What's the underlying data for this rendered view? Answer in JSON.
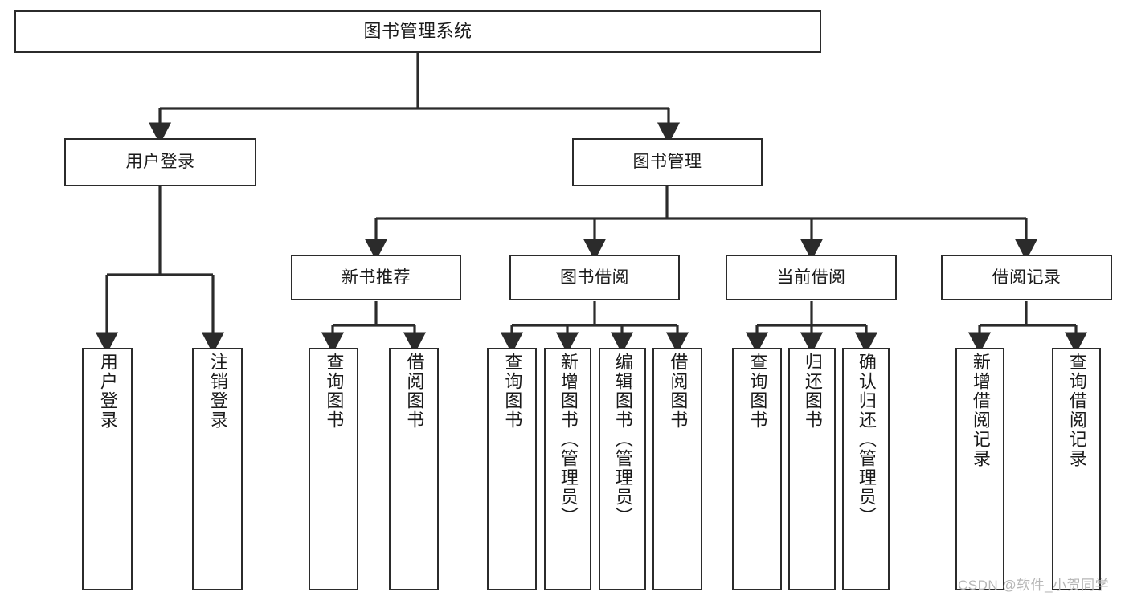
{
  "diagram": {
    "type": "tree",
    "title": "图书管理系统",
    "root": {
      "label": "图书管理系统"
    },
    "level1": [
      {
        "label": "用户登录"
      },
      {
        "label": "图书管理"
      }
    ],
    "level2": [
      {
        "label": "新书推荐"
      },
      {
        "label": "图书借阅"
      },
      {
        "label": "当前借阅"
      },
      {
        "label": "借阅记录"
      }
    ],
    "leaves": {
      "user_login": [
        {
          "label": "用户登录"
        },
        {
          "label": "注销登录"
        }
      ],
      "new_book": [
        {
          "label": "查询图书"
        },
        {
          "label": "借阅图书"
        }
      ],
      "borrow_book": [
        {
          "label": "查询图书"
        },
        {
          "label": "新增图书（管理员）"
        },
        {
          "label": "编辑图书（管理员）"
        },
        {
          "label": "借阅图书"
        }
      ],
      "current_borrow": [
        {
          "label": "查询图书"
        },
        {
          "label": "归还图书"
        },
        {
          "label": "确认归还（管理员）"
        }
      ],
      "borrow_record": [
        {
          "label": "新增借阅记录"
        },
        {
          "label": "查询借阅记录"
        }
      ]
    },
    "watermark": "CSDN @软件_小贺同学",
    "colors": {
      "stroke": "#2b2b2b",
      "fill": "#ffffff",
      "text": "#1a1a1a",
      "watermark": "#b6b6b6"
    }
  }
}
